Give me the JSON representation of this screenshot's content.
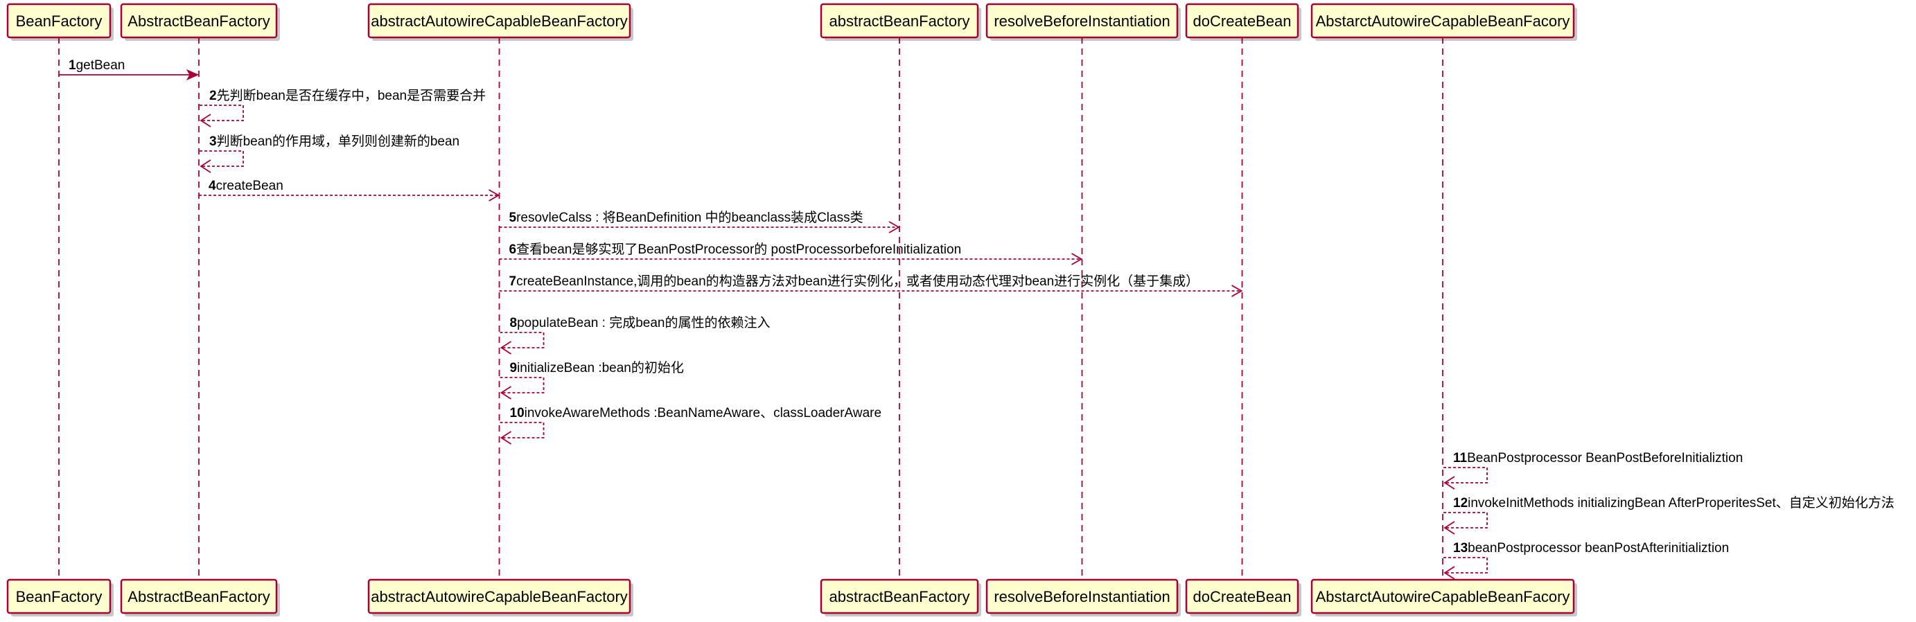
{
  "diagram": {
    "participants": [
      {
        "id": "p1",
        "label": "BeanFactory"
      },
      {
        "id": "p2",
        "label": "AbstractBeanFactory"
      },
      {
        "id": "p3",
        "label": "abstractAutowireCapableBeanFactory"
      },
      {
        "id": "p4",
        "label": "abstractBeanFactory"
      },
      {
        "id": "p5",
        "label": "resolveBeforeInstantiation"
      },
      {
        "id": "p6",
        "label": "doCreateBean"
      },
      {
        "id": "p7",
        "label": "AbstarctAutowireCapableBeanFacory"
      }
    ],
    "messages": [
      {
        "num": "1",
        "text": "getBean",
        "from": "p1",
        "to": "p2",
        "style": "solid"
      },
      {
        "num": "2",
        "text": "先判断bean是否在缓存中，bean是否需要合并",
        "from": "p2",
        "to": "p2",
        "style": "dashed"
      },
      {
        "num": "3",
        "text": "判断bean的作用域，单列则创建新的bean",
        "from": "p2",
        "to": "p2",
        "style": "dashed"
      },
      {
        "num": "4",
        "text": "createBean",
        "from": "p2",
        "to": "p3",
        "style": "dashed"
      },
      {
        "num": "5",
        "text": "resovleCalss : 将BeanDefinition 中的beanclass装成Class类",
        "from": "p3",
        "to": "p4",
        "style": "dashed"
      },
      {
        "num": "6",
        "text": "查看bean是够实现了BeanPostProcessor的 postProcessorbeforeInitialization",
        "from": "p3",
        "to": "p5",
        "style": "dashed"
      },
      {
        "num": "7",
        "text": "createBeanInstance,调用的bean的构造器方法对bean进行实例化，或者使用动态代理对bean进行实例化（基于集成）",
        "from": "p3",
        "to": "p6",
        "style": "dashed"
      },
      {
        "num": "8",
        "text": "populateBean : 完成bean的属性的依赖注入",
        "from": "p3",
        "to": "p3",
        "style": "dashed"
      },
      {
        "num": "9",
        "text": "initializeBean :bean的初始化",
        "from": "p3",
        "to": "p3",
        "style": "dashed"
      },
      {
        "num": "10",
        "text": "invokeAwareMethods :BeanNameAware、classLoaderAware",
        "from": "p3",
        "to": "p3",
        "style": "dashed"
      },
      {
        "num": "11",
        "text": "BeanPostprocessor BeanPostBeforeInitializtion",
        "from": "p7",
        "to": "p7",
        "style": "dashed"
      },
      {
        "num": "12",
        "text": "invokeInitMethods initializingBean AfterProperitesSet、自定义初始化方法",
        "from": "p7",
        "to": "p7",
        "style": "dashed"
      },
      {
        "num": "13",
        "text": "beanPostprocessor beanPostAfterinitializtion",
        "from": "p7",
        "to": "p7",
        "style": "dashed"
      }
    ]
  },
  "colors": {
    "participant_fill": "#FEFECE",
    "participant_border": "#A80036",
    "line": "#A80036",
    "text": "#000000",
    "background": "#FFFFFF"
  }
}
